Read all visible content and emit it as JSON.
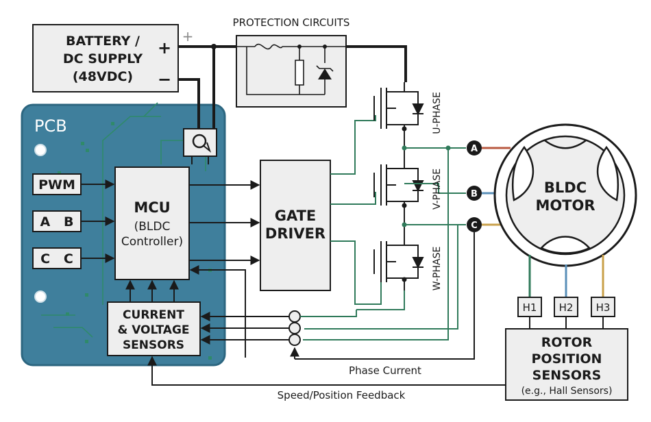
{
  "battery": {
    "line1": "BATTERY /",
    "line2": "DC SUPPLY",
    "line3": "(48VDC)",
    "plus": "+",
    "minus": "−",
    "plus_wire": "+"
  },
  "protection": {
    "title": "PROTECTION CIRCUITS"
  },
  "pcb": {
    "label": "PCB"
  },
  "inputs": {
    "pwm": "PWM",
    "ab": "A   B",
    "cc": "C   C"
  },
  "mcu": {
    "line1": "MCU",
    "line2": "(BLDC",
    "line3": "Controller)"
  },
  "gate_driver": {
    "line1": "GATE",
    "line2": "DRIVER"
  },
  "sensors": {
    "line1": "CURRENT",
    "line2": "& VOLTAGE",
    "line3": "SENSORS"
  },
  "phases": {
    "u": "U-PHASE",
    "v": "V-PHASE",
    "w": "W-PHASE"
  },
  "terminals": {
    "a": "A",
    "b": "B",
    "c": "C"
  },
  "motor": {
    "line1": "BLDC",
    "line2": "MOTOR"
  },
  "hall": {
    "h1": "H1",
    "h2": "H2",
    "h3": "H3"
  },
  "rotor": {
    "line1": "ROTOR",
    "line2": "POSITION",
    "line3": "SENSORS",
    "line4": "(e.g., Hall Sensors)"
  },
  "labels": {
    "phase_current": "Phase Current",
    "feedback": "Speed/Position Feedback"
  },
  "colors": {
    "pcb_fill": "#3f7f9c",
    "pcb_border": "#2c6680",
    "pcb_trace": "#2f8a6a",
    "wire": "#1a1a1a",
    "green_wire": "#2f7a5a",
    "phase_a": "#b8583f",
    "phase_b": "#5a8fb8",
    "phase_c": "#c9a04a",
    "box_fill": "#eeeeee"
  }
}
